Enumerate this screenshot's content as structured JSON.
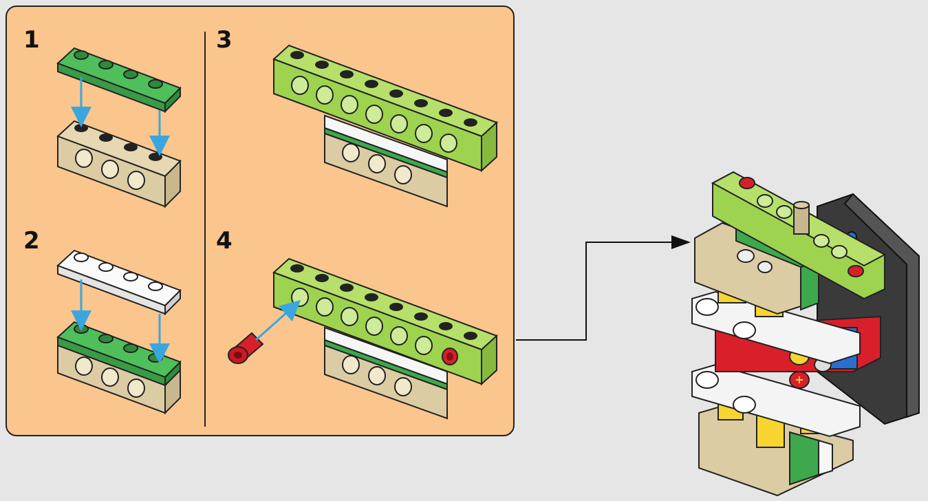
{
  "steps": [
    {
      "number": "1"
    },
    {
      "number": "2"
    },
    {
      "number": "3"
    },
    {
      "number": "4"
    }
  ],
  "colors": {
    "panel_bg": "#fbc58e",
    "page_bg": "#e6e6e6",
    "dark_green": "#3ea84d",
    "lime_green": "#9ed34f",
    "tan": "#dccca4",
    "white": "#f4f4f4",
    "red": "#d9202a",
    "yellow": "#f6d531",
    "blue": "#2a6fd0",
    "dark_gray": "#3a3a3a",
    "arrow_blue": "#3aa6df"
  },
  "icons": [
    "arrow-down-icon",
    "arrow-pointer-icon"
  ]
}
